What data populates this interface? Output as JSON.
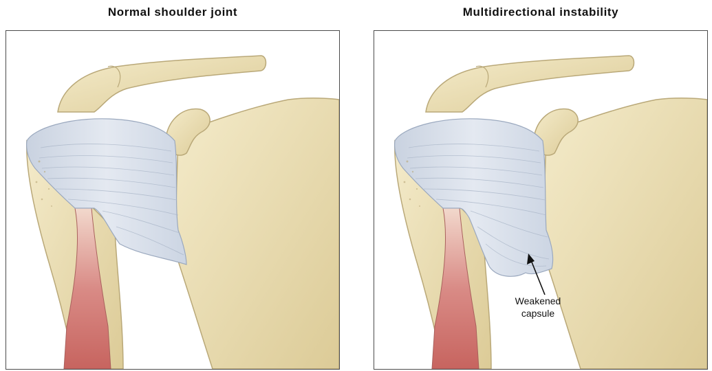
{
  "panels": [
    {
      "title": "Normal shoulder joint",
      "capsule_state": "normal"
    },
    {
      "title": "Multidirectional instability",
      "capsule_state": "weakened",
      "annotation": {
        "line1": "Weakened",
        "line2": "capsule"
      }
    }
  ],
  "colors": {
    "bone": "#ecdfb4",
    "bone_shadow": "#c9b98a",
    "capsule": "#d6dde8",
    "capsule_fiber": "#aab6c8",
    "muscle": "#d88a8a",
    "frame": "#4a4a4a"
  }
}
